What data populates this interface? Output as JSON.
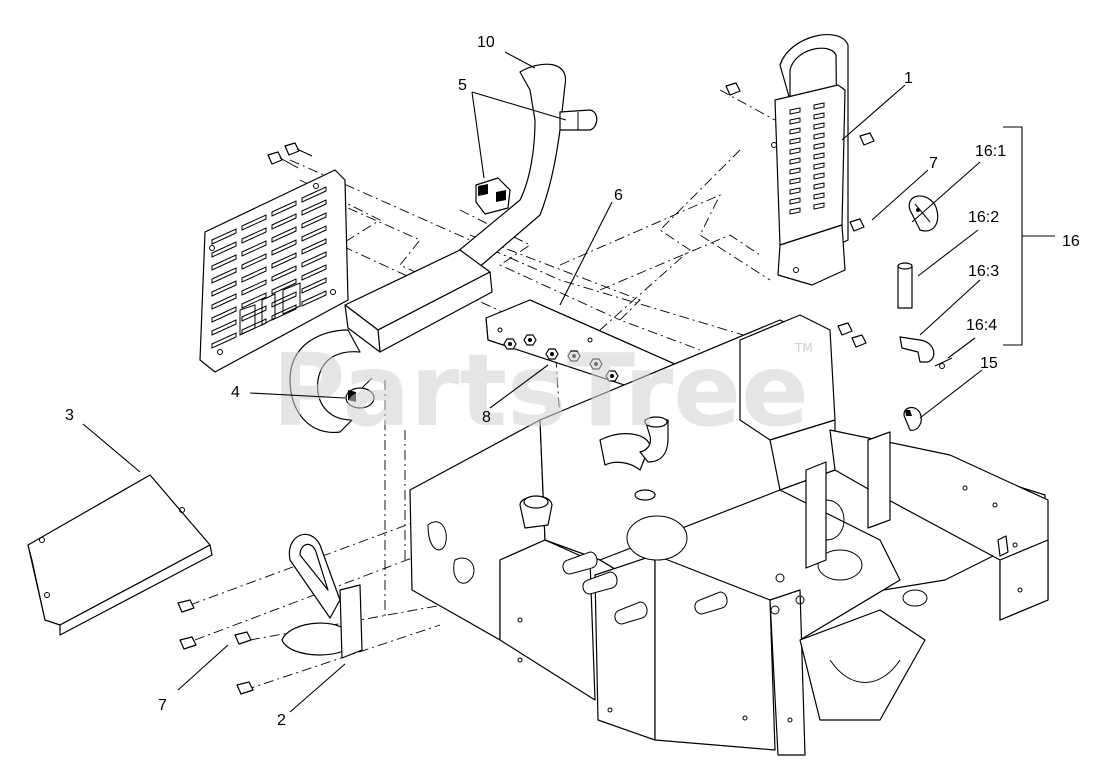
{
  "watermark": {
    "text": "PartsTree",
    "trademark": "TM"
  },
  "callouts": {
    "c1": "1",
    "c2": "2",
    "c3": "3",
    "c4": "4",
    "c5": "5",
    "c6": "6",
    "c7a": "7",
    "c7b": "7",
    "c8": "8",
    "c10": "10",
    "c15": "15",
    "c16": "16",
    "c16_1": "16:1",
    "c16_2": "16:2",
    "c16_3": "16:3",
    "c16_4": "16:4"
  },
  "colors": {
    "line": "#000000",
    "background": "#ffffff",
    "watermark": "#cfcfcf"
  }
}
